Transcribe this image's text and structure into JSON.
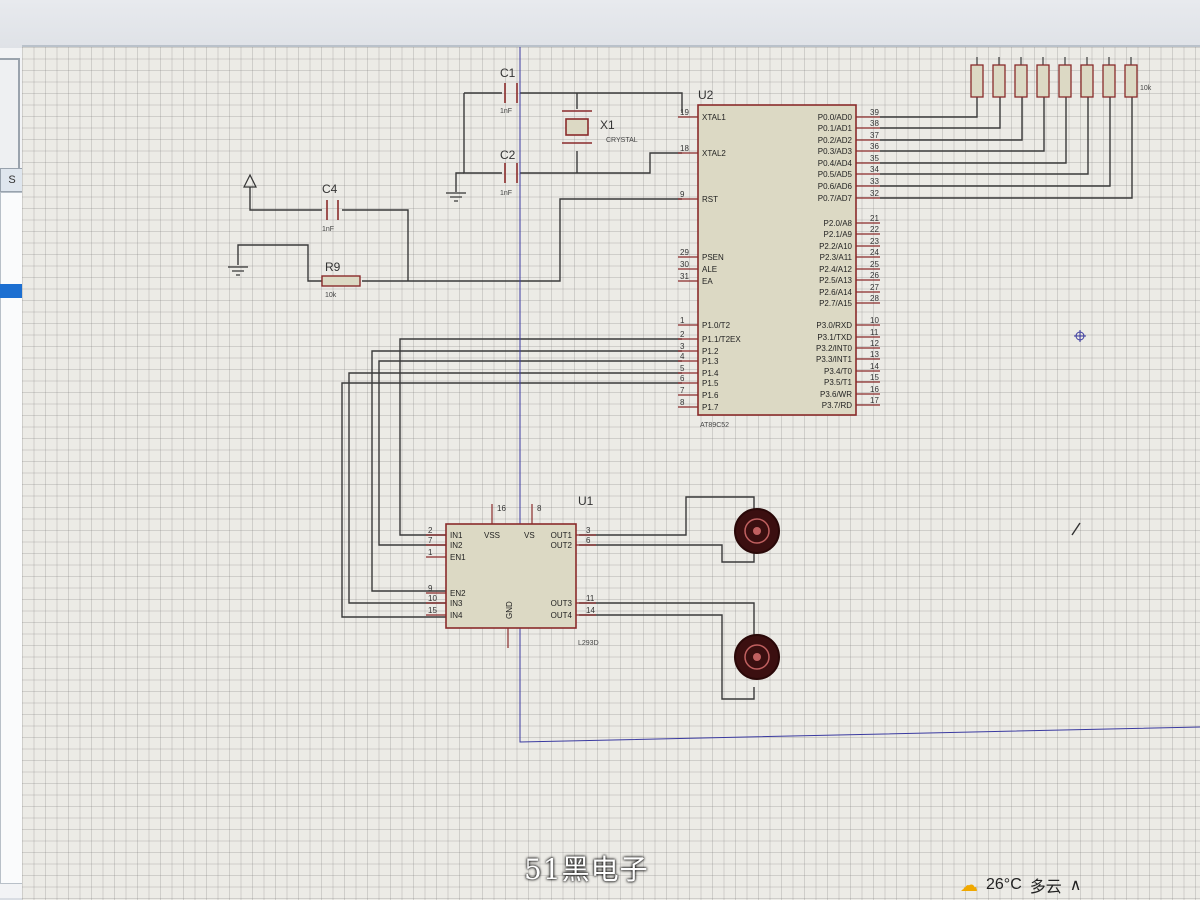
{
  "watermark": "51黑电子",
  "taskbar": {
    "temperature": "26°C",
    "condition": "多云"
  },
  "left_panel": {
    "tab": "S"
  },
  "mcu": {
    "ref": "U2",
    "part": "AT89C52",
    "left_pins": [
      {
        "num": "19",
        "name": "XTAL1"
      },
      {
        "num": "18",
        "name": "XTAL2"
      },
      {
        "num": "9",
        "name": "RST"
      },
      {
        "num": "29",
        "name": "PSEN"
      },
      {
        "num": "30",
        "name": "ALE"
      },
      {
        "num": "31",
        "name": "EA"
      },
      {
        "num": "1",
        "name": "P1.0/T2"
      },
      {
        "num": "2",
        "name": "P1.1/T2EX"
      },
      {
        "num": "3",
        "name": "P1.2"
      },
      {
        "num": "4",
        "name": "P1.3"
      },
      {
        "num": "5",
        "name": "P1.4"
      },
      {
        "num": "6",
        "name": "P1.5"
      },
      {
        "num": "7",
        "name": "P1.6"
      },
      {
        "num": "8",
        "name": "P1.7"
      }
    ],
    "right_pins": [
      {
        "num": "39",
        "name": "P0.0/AD0"
      },
      {
        "num": "38",
        "name": "P0.1/AD1"
      },
      {
        "num": "37",
        "name": "P0.2/AD2"
      },
      {
        "num": "36",
        "name": "P0.3/AD3"
      },
      {
        "num": "35",
        "name": "P0.4/AD4"
      },
      {
        "num": "34",
        "name": "P0.5/AD5"
      },
      {
        "num": "33",
        "name": "P0.6/AD6"
      },
      {
        "num": "32",
        "name": "P0.7/AD7"
      },
      {
        "num": "21",
        "name": "P2.0/A8"
      },
      {
        "num": "22",
        "name": "P2.1/A9"
      },
      {
        "num": "23",
        "name": "P2.2/A10"
      },
      {
        "num": "24",
        "name": "P2.3/A11"
      },
      {
        "num": "25",
        "name": "P2.4/A12"
      },
      {
        "num": "26",
        "name": "P2.5/A13"
      },
      {
        "num": "27",
        "name": "P2.6/A14"
      },
      {
        "num": "28",
        "name": "P2.7/A15"
      },
      {
        "num": "10",
        "name": "P3.0/RXD"
      },
      {
        "num": "11",
        "name": "P3.1/TXD"
      },
      {
        "num": "12",
        "name": "P3.2/INT0"
      },
      {
        "num": "13",
        "name": "P3.3/INT1"
      },
      {
        "num": "14",
        "name": "P3.4/T0"
      },
      {
        "num": "15",
        "name": "P3.5/T1"
      },
      {
        "num": "16",
        "name": "P3.6/WR"
      },
      {
        "num": "17",
        "name": "P3.7/RD"
      }
    ]
  },
  "driver": {
    "ref": "U1",
    "part": "L293D",
    "top_pins": [
      {
        "num": "16"
      },
      {
        "num": "8"
      }
    ],
    "left_pins": [
      {
        "num": "2",
        "name": "IN1"
      },
      {
        "num": "7",
        "name": "IN2"
      },
      {
        "num": "1",
        "name": "EN1"
      },
      {
        "num": "9",
        "name": "EN2"
      },
      {
        "num": "10",
        "name": "IN3"
      },
      {
        "num": "15",
        "name": "IN4"
      }
    ],
    "inner_top": [
      "VSS",
      "VS"
    ],
    "gnd": "GND",
    "right_pins": [
      {
        "num": "3",
        "name": "OUT1"
      },
      {
        "num": "6",
        "name": "OUT2"
      },
      {
        "num": "11",
        "name": "OUT3"
      },
      {
        "num": "14",
        "name": "OUT4"
      }
    ]
  },
  "components": {
    "c1": {
      "ref": "C1",
      "value": "1nF"
    },
    "c2": {
      "ref": "C2",
      "value": "1nF"
    },
    "c4": {
      "ref": "C4",
      "value": "1nF"
    },
    "x1": {
      "ref": "X1",
      "value": "CRYSTAL"
    },
    "r9": {
      "ref": "R9",
      "value": "10k"
    },
    "rpack_value": "10k"
  },
  "colors": {
    "wire": "#3a3a3a",
    "body": "#dcd9c4",
    "outline": "#8a2b2b",
    "motor": "#3b0f10"
  }
}
